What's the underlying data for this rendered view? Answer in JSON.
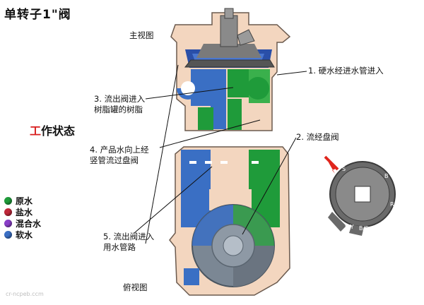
{
  "title": "单转子1\"阀",
  "view_labels": {
    "front": "主视图",
    "top": "俯视图"
  },
  "state": {
    "highlight": "工",
    "rest": "作状态"
  },
  "callouts": {
    "c1": "1. 硬水经进水管进入",
    "c2": "2. 流经盘阀",
    "c3": "3. 流出阀进入\n树脂罐的树脂",
    "c4": "4. 产品水向上经\n竖管流过盘阀",
    "c5": "5. 流出阀进入\n用水管路"
  },
  "legend": [
    {
      "label": "原水",
      "color": "#1f9b3a"
    },
    {
      "label": "盐水",
      "color": "#c0283a"
    },
    {
      "label": "混合水",
      "color": "#8a3ec8"
    },
    {
      "label": "软水",
      "color": "#3a6fc4"
    }
  ],
  "disc_marks": [
    "S",
    "B",
    "R",
    "S/Y",
    "B/S"
  ],
  "watermark": "cr-ncpeb.ccm",
  "colors": {
    "hard_water": "#1f9b3a",
    "soft_water": "#3a6fc4",
    "body": "#f3d6bf",
    "arrow": "#e0261d"
  }
}
